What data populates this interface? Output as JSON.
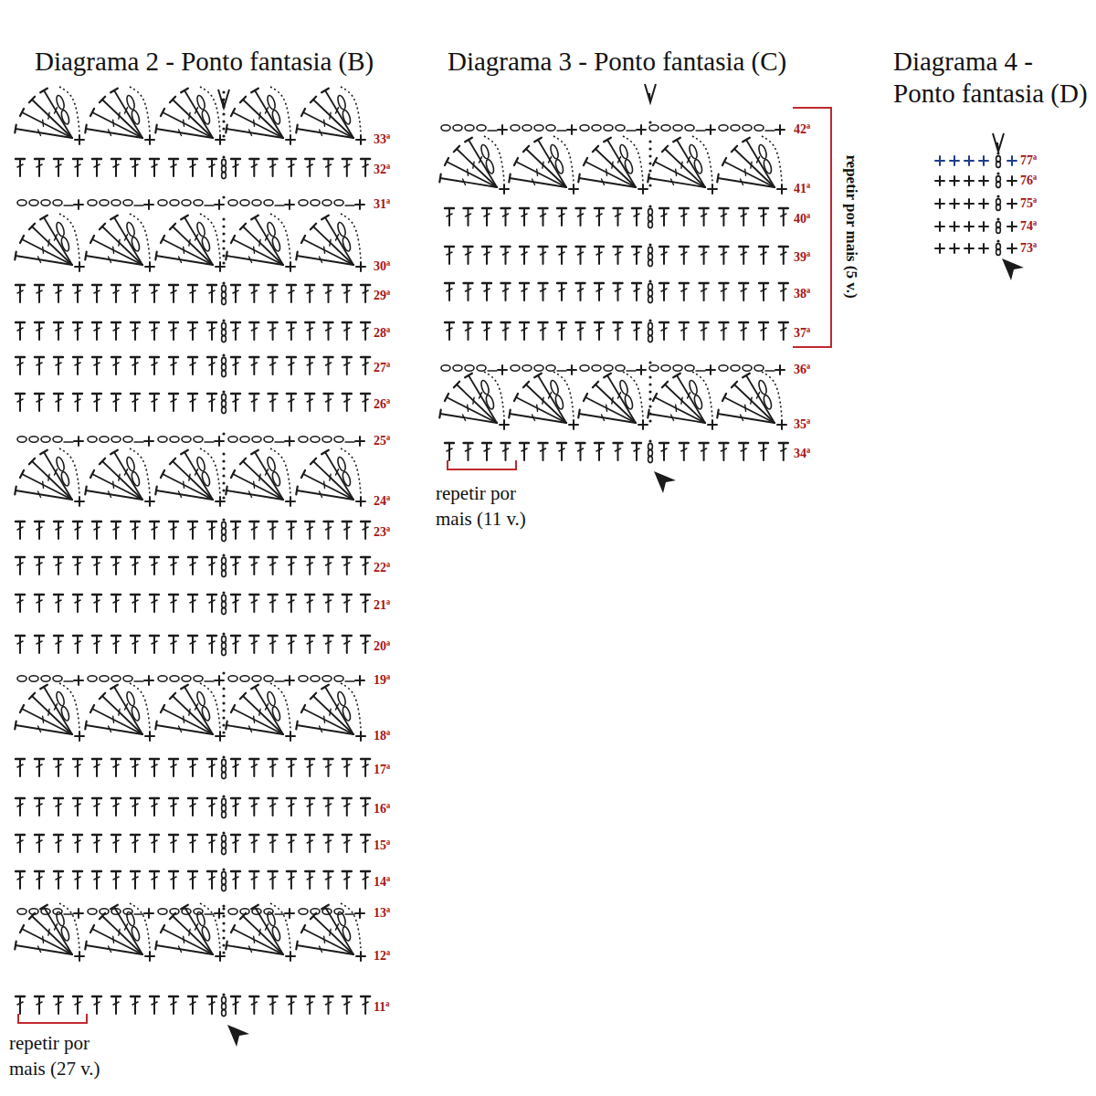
{
  "diagram": {
    "labels": [
      "Diagrama 2 - Ponto fantasia (B)",
      "Diagrama 3 - Ponto fantasia (C)",
      "Diagrama 4 - Ponto fantasia (D)",
      "33ª",
      "32ª",
      "31ª",
      "30ª",
      "29ª",
      "28ª",
      "27ª",
      "26ª",
      "25ª",
      "24ª",
      "23ª",
      "22ª",
      "21ª",
      "20ª",
      "19ª",
      "18ª",
      "17ª",
      "16ª",
      "15ª",
      "14ª",
      "13ª",
      "12ª",
      "11ª",
      "repetir por mais (27 v.)",
      "42ª",
      "41ª",
      "40ª",
      "39ª",
      "38ª",
      "37ª",
      "36ª",
      "35ª",
      "34ª",
      "repetir por mais (5 v.)",
      "repetir por mais (11 v.)",
      "77ª",
      "76ª",
      "75ª",
      "74ª",
      "73ª"
    ]
  }
}
